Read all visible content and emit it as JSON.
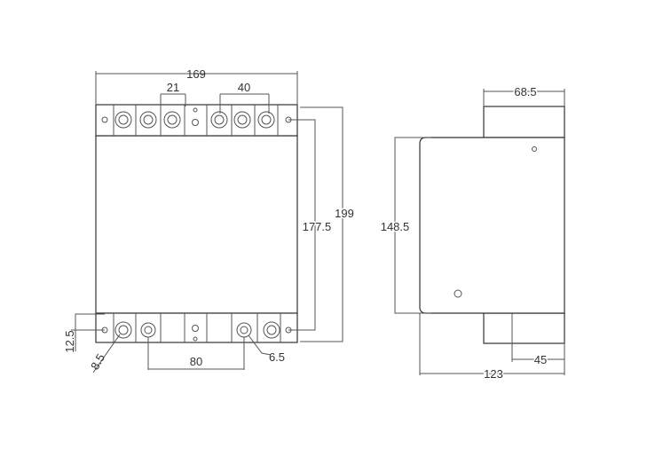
{
  "front_view": {
    "width_dim": "169",
    "spacing_small_dim": "21",
    "spacing_large_dim": "40",
    "inner_height_dim": "177.5",
    "total_height_dim": "199",
    "edge_offset_dim": "12.5",
    "hole_dia_dim": "8.5",
    "bottom_spacing_dim": "80",
    "small_hole_dim": "6.5"
  },
  "side_view": {
    "top_block_dim": "68.5",
    "body_height_dim": "148.5",
    "bottom_block_dim": "45",
    "depth_dim": "123"
  },
  "colors": {
    "line": "#555555",
    "background": "#ffffff"
  }
}
